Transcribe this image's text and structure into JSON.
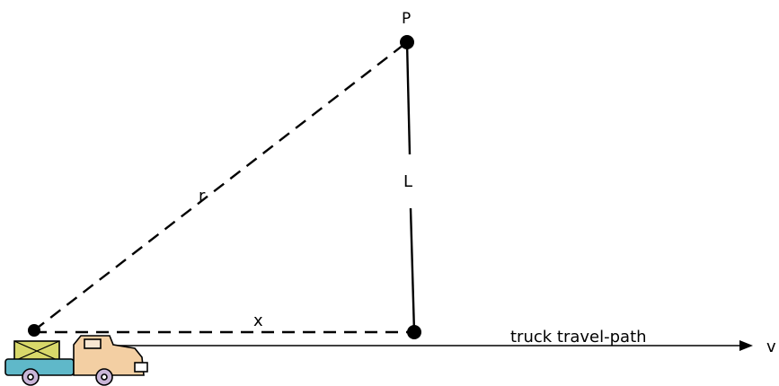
{
  "labels": {
    "point_p": "P",
    "hypotenuse_r": "r",
    "perpendicular_l": "L",
    "horizontal_x": "x",
    "path": "truck travel-path",
    "velocity": "v"
  },
  "colors": {
    "stroke": "#000000",
    "background": "#ffffff",
    "truck_cab": "#5fb8c9",
    "truck_body": "#f3cfa3",
    "truck_cargo": "#d8d86a",
    "truck_wheel": "#c9b6d8"
  },
  "icons": {
    "truck": "truck-icon",
    "arrow": "arrowhead-icon"
  }
}
